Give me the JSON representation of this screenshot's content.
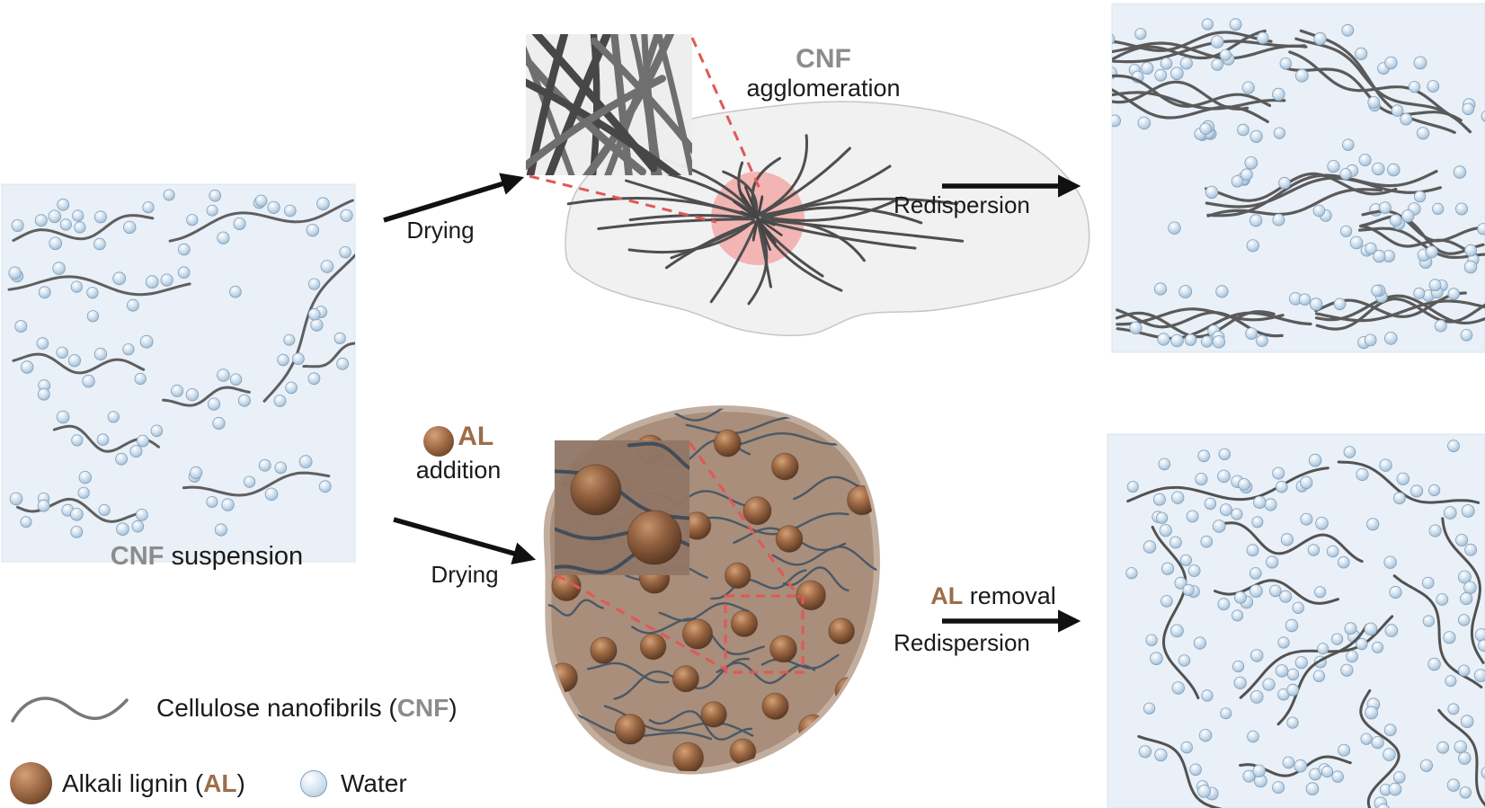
{
  "figure": {
    "description_domain": "schematic-diagram",
    "colors": {
      "background": "#ffffff",
      "panel_bg": "#e9f0f7",
      "panel_edge": "#dbe5ee",
      "fibril_gray": "#5f5f5f",
      "water_main": "#d3e2f0",
      "water_deep": "#aac4da",
      "water_edge": "#83a0ba",
      "lignin_light": "#d4a076",
      "lignin_main": "#9c6844",
      "lignin_dark": "#4e2f1b",
      "blob_top_fill": "#f1f1f1",
      "blob_top_edge": "#c6c6c6",
      "blob_bottom_fill": "#a88e7b",
      "blob_bottom_edge": "#c2ae9e",
      "composite_fibril": "#4b5866",
      "agglomeration_pink": "#f3b4b4",
      "dashed_red": "#e25757",
      "cnf_text": "#8c8c8c",
      "al_text": "#9e6c48",
      "arrow": "#111111",
      "text": "#1a1a1a"
    }
  },
  "labels": {
    "cnf_suspension": [
      {
        "text": "CNF",
        "style": "cnf"
      },
      {
        "text": " suspension",
        "style": "plain"
      }
    ],
    "drying_top": "Drying",
    "cnf_agglomeration_line1": "CNF",
    "cnf_agglomeration_line2": "agglomeration",
    "redispersion_top": "Redispersion",
    "al_addition_line1": "AL",
    "al_addition_line2": "addition",
    "drying_bottom": "Drying",
    "al_removal": [
      {
        "text": "AL",
        "style": "al"
      },
      {
        "text": " removal",
        "style": "plain"
      }
    ],
    "redispersion_bottom": "Redispersion"
  },
  "legend": {
    "cnf": [
      {
        "text": "Cellulose nanofibrils (",
        "style": "plain"
      },
      {
        "text": "CNF",
        "style": "cnf"
      },
      {
        "text": ")",
        "style": "plain"
      }
    ],
    "al": [
      {
        "text": "Alkali lignin (",
        "style": "plain"
      },
      {
        "text": "AL",
        "style": "al"
      },
      {
        "text": ")",
        "style": "plain"
      }
    ],
    "water": [
      {
        "text": "Water",
        "style": "plain"
      }
    ]
  },
  "icons": {
    "cnf_fibril": "wavy-line-icon",
    "al_sphere": "brown-sphere-icon",
    "water_sphere": "blue-sphere-icon"
  }
}
